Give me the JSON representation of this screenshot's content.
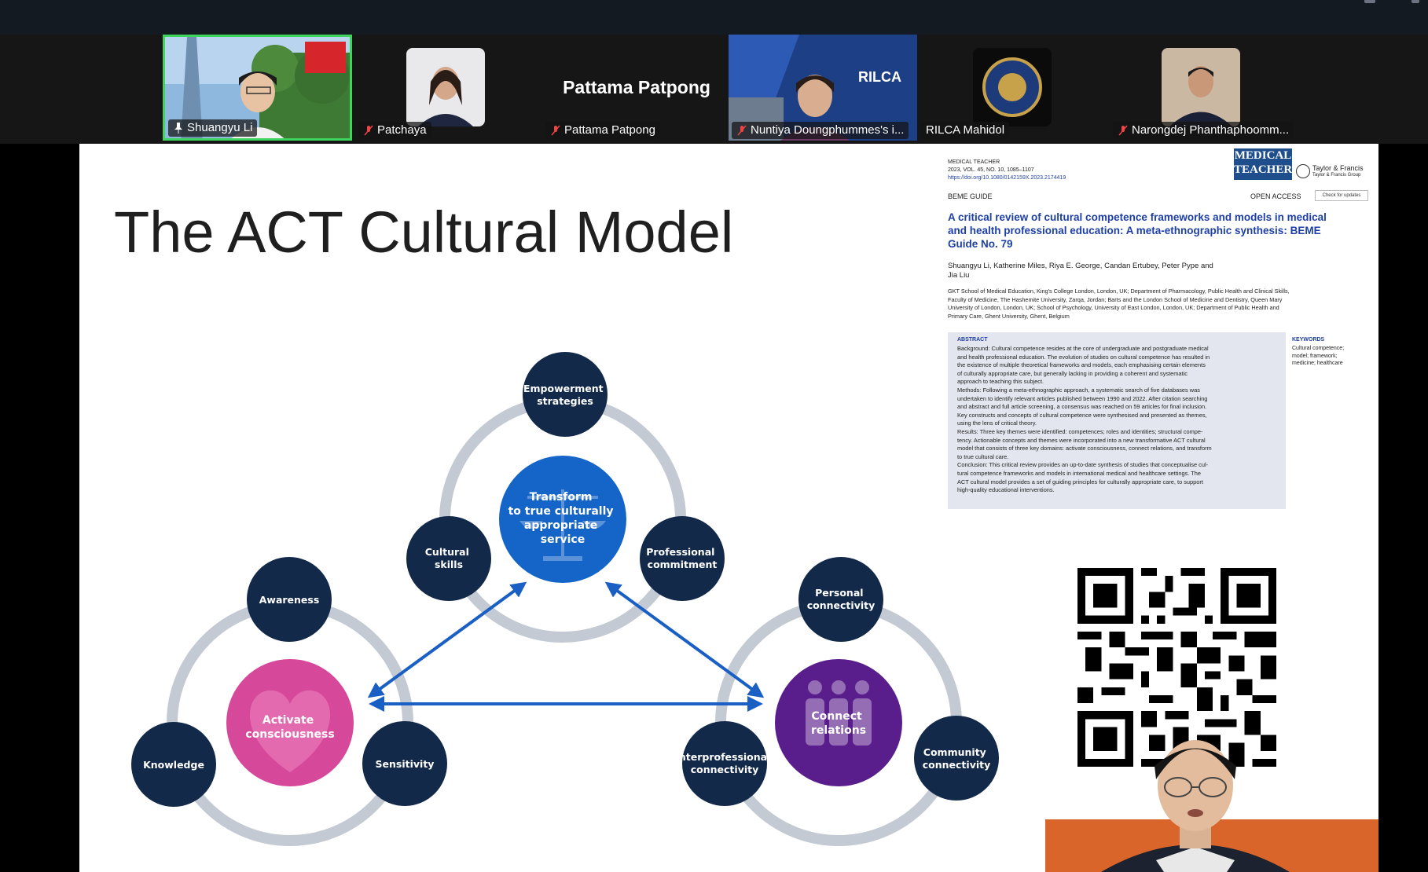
{
  "participants": [
    {
      "name": "Shuangyu Li",
      "pinned": true,
      "muted": false,
      "active": true
    },
    {
      "name": "Patchaya",
      "muted": true
    },
    {
      "name": "Pattama Patpong",
      "muted": true,
      "display_name": "Pattama Patpong"
    },
    {
      "name": "Nuntiya Doungphummes's i...",
      "muted": true,
      "logo": "RILCA"
    },
    {
      "name": "RILCA Mahidol",
      "muted": false
    },
    {
      "name": "Narongdej Phanthaphoomm...",
      "muted": true
    }
  ],
  "slide": {
    "title": "The ACT Cultural Model",
    "diagram": {
      "top": {
        "center": [
          "Transform",
          "to true culturally",
          "appropriate",
          "service"
        ],
        "nodes": [
          [
            "Empowerment",
            "strategies"
          ],
          [
            "Cultural",
            "skills"
          ],
          [
            "Professional",
            "commitment"
          ]
        ]
      },
      "left": {
        "center": [
          "Activate",
          "consciousness"
        ],
        "nodes": [
          [
            "Awareness"
          ],
          [
            "Knowledge"
          ],
          [
            "Sensitivity"
          ]
        ]
      },
      "right": {
        "center": [
          "Connect",
          "relations"
        ],
        "nodes": [
          [
            "Personal",
            "connectivity"
          ],
          [
            "Interprofessional",
            "connectivity"
          ],
          [
            "Community",
            "connectivity"
          ]
        ]
      }
    },
    "colors": {
      "navy": "#12294a",
      "blue": "#1565c8",
      "pink": "#d6489a",
      "purple": "#5a1e8c",
      "arrow": "#1a5fc4",
      "ring": "#c4cad3"
    },
    "paper": {
      "journal_line1": "MEDICAL TEACHER",
      "journal_line2": "2023, VOL. 45, NO. 10, 1085–1107",
      "doi": "https://doi.org/10.1080/0142159X.2023.2174419",
      "logo_line1": "MEDICAL",
      "logo_line2": "TEACHER",
      "publisher": "Taylor & Francis",
      "publisher_sub": "Taylor & Francis Group",
      "section": "BEME GUIDE",
      "open_access": "OPEN ACCESS",
      "check_updates": "Check for updates",
      "title": [
        "A critical review of cultural competence frameworks and models in medical",
        "and health professional education: A meta-ethnographic synthesis: BEME",
        "Guide No. 79"
      ],
      "authors": [
        "Shuangyu Li, Katherine Miles, Riya E. George, Candan Ertubey, Peter Pype and",
        "Jia Liu"
      ],
      "affiliations": [
        "GKT School of Medical Education, King's College London, London, UK; Department of Pharmacology, Public Health and Clinical Skills,",
        "Faculty of Medicine, The Hashemite University, Zarqa, Jordan; Barts and the London School of Medicine and Dentistry, Queen Mary",
        "University of London, London, UK; School of Psychology, University of East London, London, UK; Department of Public Health and",
        "Primary Care, Ghent University, Ghent, Belgium"
      ],
      "abstract_heading": "ABSTRACT",
      "abstract": [
        "Background: Cultural competence resides at the core of undergraduate and postgraduate medical",
        "and health professional education. The evolution of studies on cultural competence has resulted in",
        "the existence of multiple theoretical frameworks and models, each emphasising certain elements",
        "of culturally appropriate care, but generally lacking in providing a coherent and systematic",
        "approach to teaching this subject.",
        "Methods: Following a meta-ethnographic approach, a systematic search of five databases was",
        "undertaken to identify relevant articles published between 1990 and 2022. After citation searching",
        "and abstract and full article screening, a consensus was reached on 59 articles for final inclusion.",
        "Key constructs and concepts of cultural competence were synthesised and presented as themes,",
        "using the lens of critical theory.",
        "Results: Three key themes were identified: competences; roles and identities; structural compe-",
        "tency. Actionable concepts and themes were incorporated into a new transformative ACT cultural",
        "model that consists of three key domains: activate consciousness, connect relations, and transform",
        "to true cultural care.",
        "Conclusion: This critical review provides an up-to-date synthesis of studies that conceptualise cul-",
        "tural competence frameworks and models in international medical and healthcare settings. The",
        "ACT cultural model provides a set of guiding principles for culturally appropriate care, to support",
        "high-quality educational interventions."
      ],
      "keywords_heading": "KEYWORDS",
      "keywords": [
        "Cultural competence;",
        "model; framework;",
        "medicine; healthcare"
      ]
    }
  }
}
